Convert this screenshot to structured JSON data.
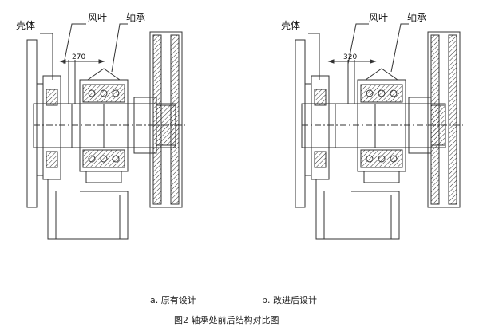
{
  "diagrams": [
    {
      "id": "a",
      "labels": {
        "housing": "壳体",
        "fan_blade": "风叶",
        "bearing": "轴承"
      },
      "dimension": "270",
      "caption": "a. 原有设计"
    },
    {
      "id": "b",
      "labels": {
        "housing": "壳体",
        "fan_blade": "风叶",
        "bearing": "轴承"
      },
      "dimension": "320",
      "caption": "b. 改进后设计"
    }
  ],
  "figure_caption": "图2  轴承处前后结构对比图"
}
